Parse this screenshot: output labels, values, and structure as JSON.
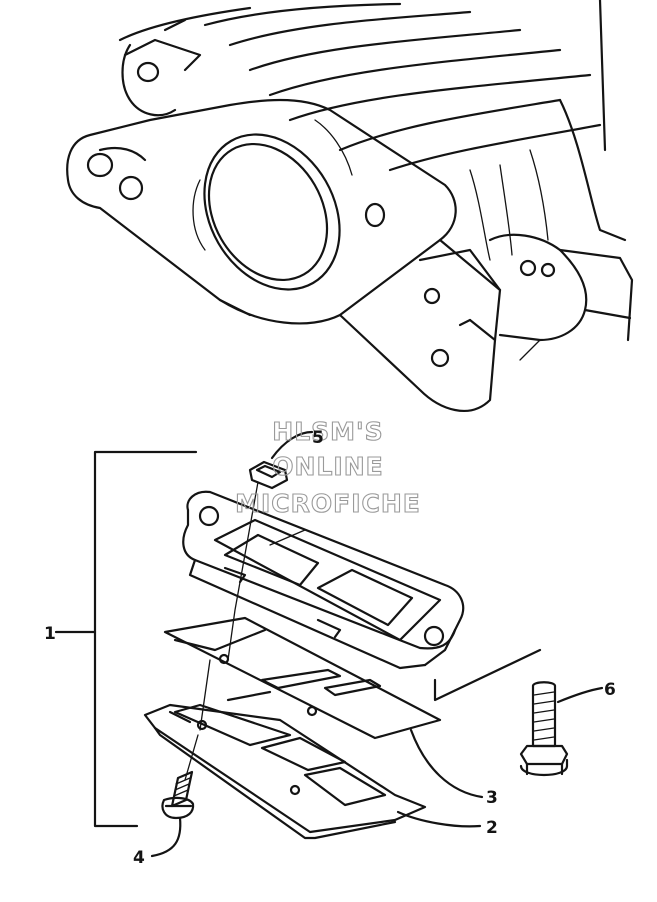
{
  "watermark": {
    "line1": "HLSM'S",
    "line2": "ONLINE",
    "line3": "MICROFICHE"
  },
  "callouts": {
    "c1": "1",
    "c2": "2",
    "c3": "3",
    "c4": "4",
    "c5": "5",
    "c6": "6"
  }
}
